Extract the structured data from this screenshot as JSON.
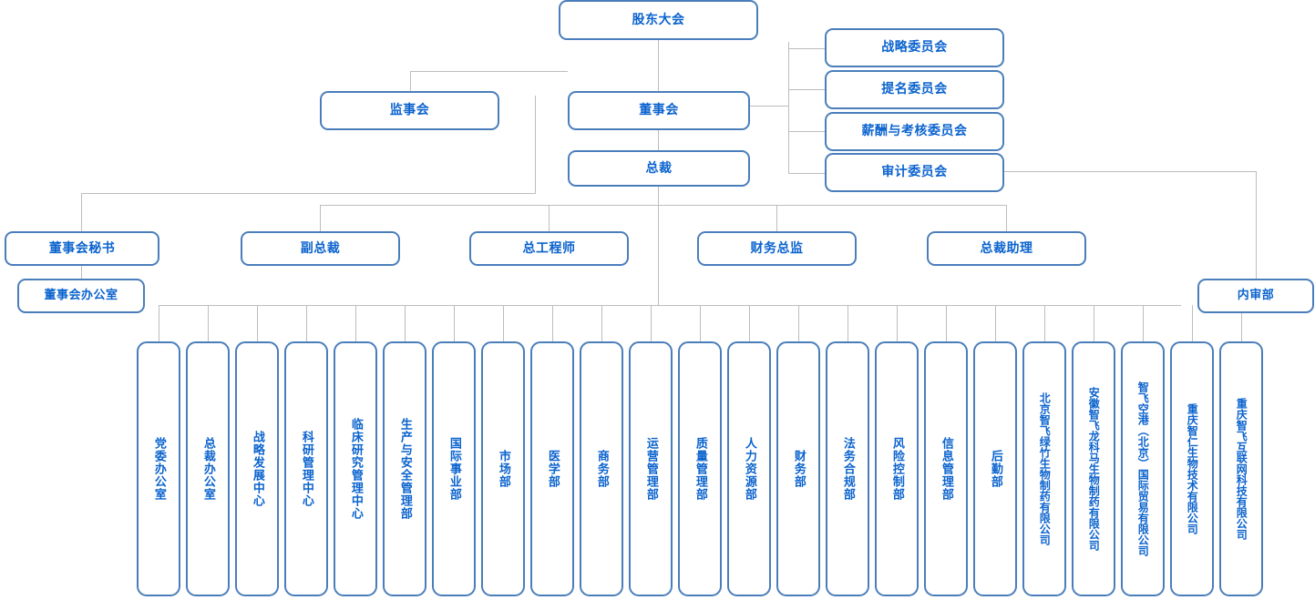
{
  "meta": {
    "title": "组织结构图",
    "colors": {
      "box_border": "#4a7ebb",
      "text_blue": "#0b63ce",
      "connector": "#bdbdbd",
      "background": "#ffffff"
    }
  },
  "top": {
    "shareholders": "股东大会",
    "supervisors": "监事会",
    "board": "董事会",
    "president": "总裁"
  },
  "committees": [
    {
      "label": "战略委员会"
    },
    {
      "label": "提名委员会"
    },
    {
      "label": "薪酬与考核委员会"
    },
    {
      "label": "审计委员会"
    }
  ],
  "executives": [
    {
      "label": "董事会秘书"
    },
    {
      "label": "副总裁"
    },
    {
      "label": "总工程师"
    },
    {
      "label": "财务总监"
    },
    {
      "label": "总裁助理"
    }
  ],
  "board_office": "董事会办公室",
  "internal_audit": "内审部",
  "departments": [
    {
      "label": "党委办公室"
    },
    {
      "label": "总裁办公室"
    },
    {
      "label": "战略发展中心"
    },
    {
      "label": "科研管理中心"
    },
    {
      "label": "临床研究管理中心"
    },
    {
      "label": "生产与安全管理部"
    },
    {
      "label": "国际事业部"
    },
    {
      "label": "市场部"
    },
    {
      "label": "医学部"
    },
    {
      "label": "商务部"
    },
    {
      "label": "运营管理部"
    },
    {
      "label": "质量管理部"
    },
    {
      "label": "人力资源部"
    },
    {
      "label": "财务部"
    },
    {
      "label": "法务合规部"
    },
    {
      "label": "风险控制部"
    },
    {
      "label": "信息管理部"
    },
    {
      "label": "后勤部"
    },
    {
      "label": "北京智飞绿竹生物制药有限公司"
    },
    {
      "label": "安徽智飞龙科马生物制药有限公司"
    },
    {
      "label": "智飞空港（北京）国际贸易有限公司"
    },
    {
      "label": "重庆智仁生物技术有限公司"
    },
    {
      "label": "重庆智飞互联网科技有限公司"
    }
  ]
}
